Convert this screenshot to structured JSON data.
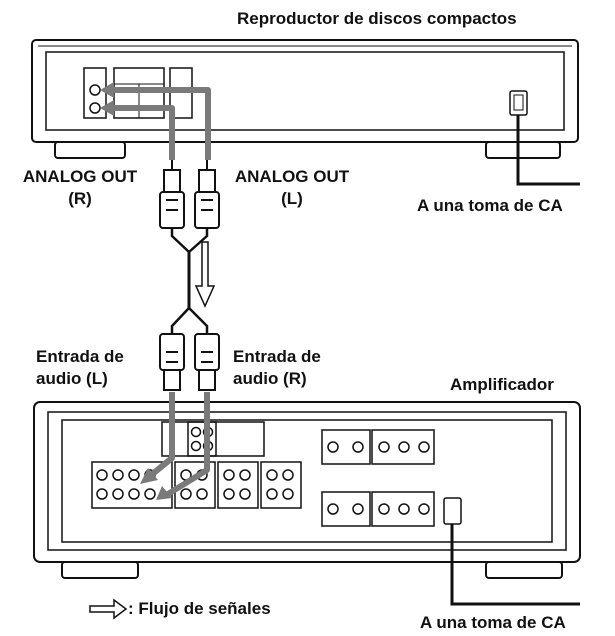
{
  "labels": {
    "cd_player": "Reproductor de discos compactos",
    "analog_out_r": [
      "ANALOG OUT",
      "(R)"
    ],
    "analog_out_l": [
      "ANALOG OUT",
      "(L)"
    ],
    "ac_outlet_top": "A una toma de CA",
    "audio_in_l": [
      "Entrada de",
      "audio (L)"
    ],
    "audio_in_r": [
      "Entrada de",
      "audio (R)"
    ],
    "amplifier": "Amplificador",
    "legend_signal_flow": ": Flujo de señales",
    "ac_outlet_bottom": "A una toma de CA"
  },
  "colors": {
    "line": "#111111",
    "signal_arrow": "#7a7a7a",
    "device_fill": "#ffffff"
  }
}
